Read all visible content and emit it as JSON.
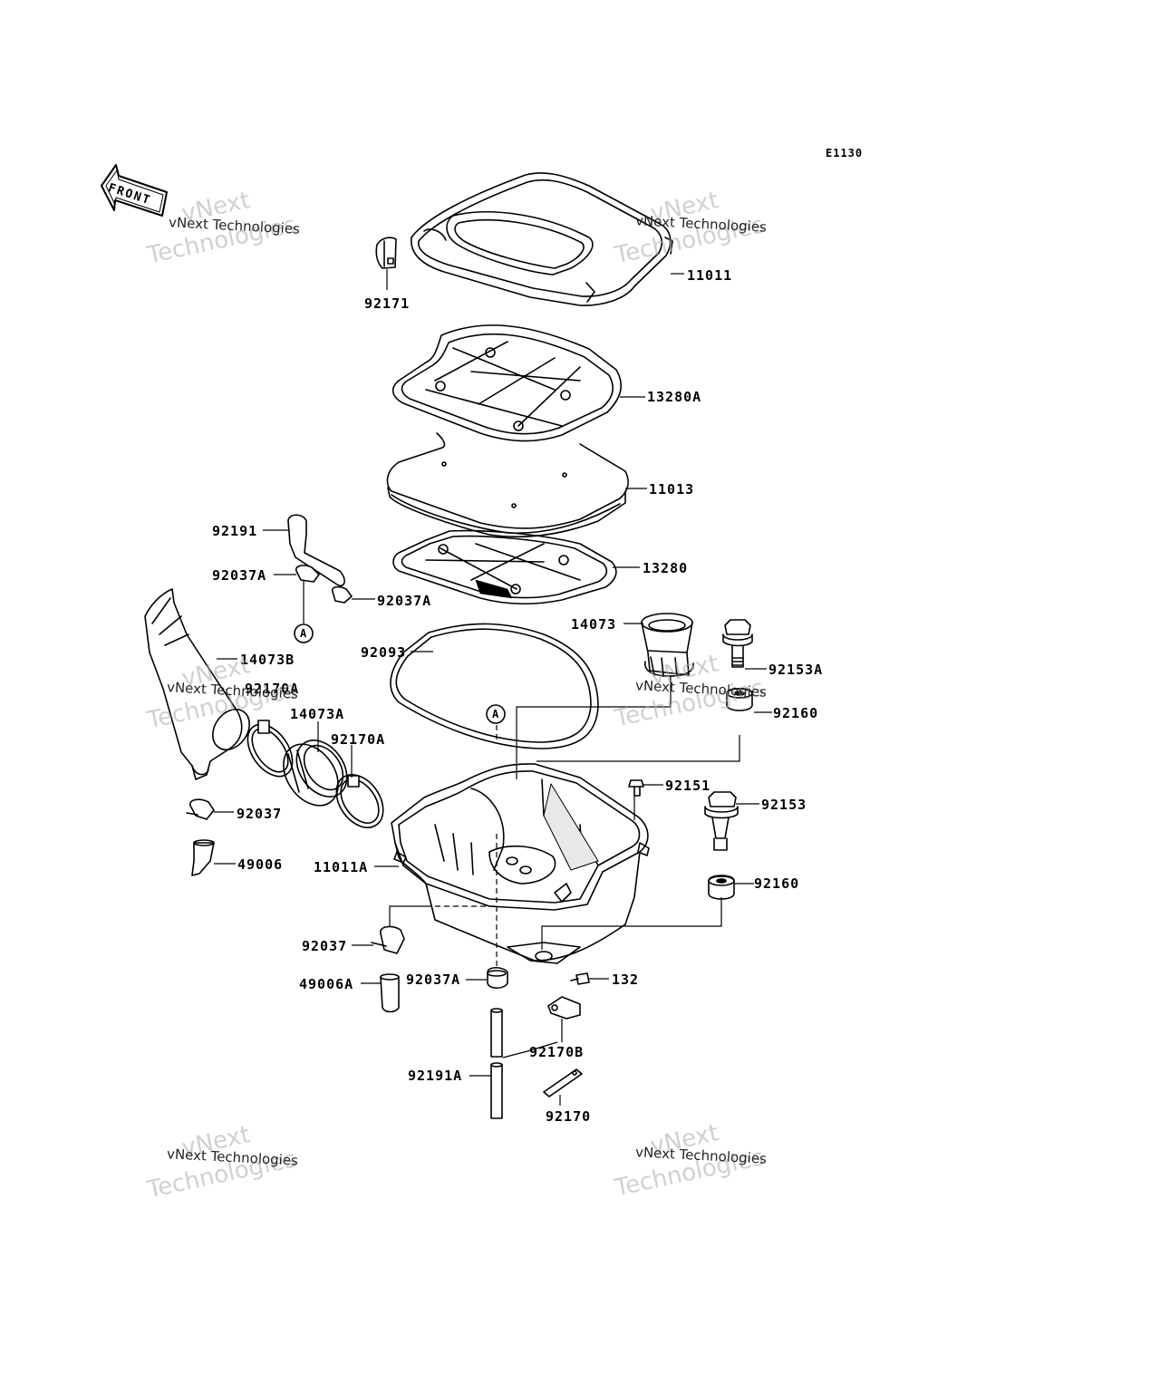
{
  "diagram": {
    "code": "E1130",
    "front_label": "FRONT",
    "ref_marker": "A",
    "watermark": {
      "small": "vNext Technologies",
      "big_word_1": "vNext",
      "big_word_2": "Technologies"
    },
    "labels": {
      "p11011": "11011",
      "p92171": "92171",
      "p13280A": "13280A",
      "p11013": "11013",
      "p92191": "92191",
      "p92037A_1": "92037A",
      "p92037A_2": "92037A",
      "p13280": "13280",
      "p14073": "14073",
      "p92093": "92093",
      "p14073B": "14073B",
      "p92153A": "92153A",
      "p92170A_1": "92170A",
      "p92160_1": "92160",
      "p14073A": "14073A",
      "p92170A_2": "92170A",
      "p92151": "92151",
      "p92153": "92153",
      "p92037_1": "92037",
      "p49006": "49006",
      "p11011A": "11011A",
      "p92160_2": "92160",
      "p92037_2": "92037",
      "p49006A": "49006A",
      "p92037A_3": "92037A",
      "p132": "132",
      "p92170B": "92170B",
      "p92191A": "92191A",
      "p92170": "92170"
    }
  }
}
